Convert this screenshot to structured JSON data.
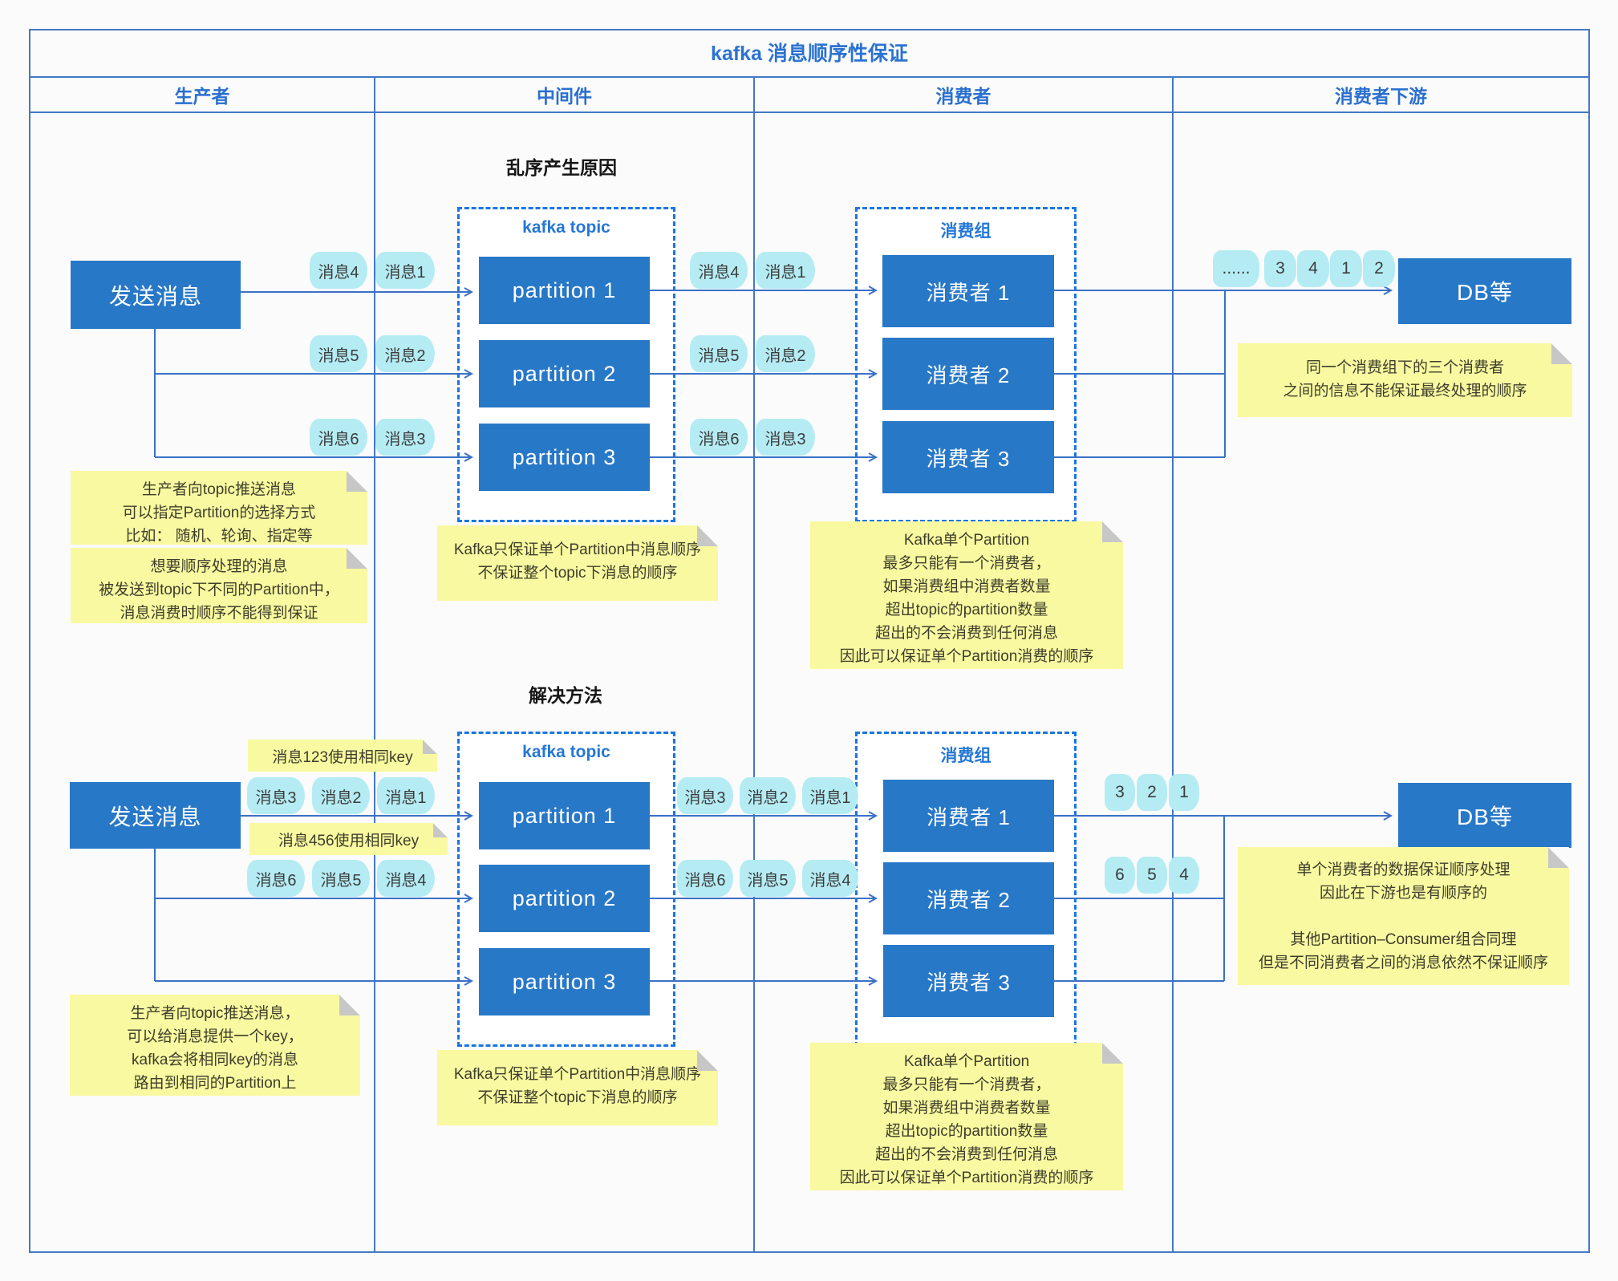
{
  "title": "kafka 消息顺序性保证",
  "lanes": {
    "producer": "生产者",
    "middleware": "中间件",
    "consumer": "消费者",
    "downstream": "消费者下游"
  },
  "colors": {
    "box_blue": "#2878c8",
    "dashed_blue": "#1b76e0",
    "line_blue": "#3b71c6",
    "chip_cyan": "#b5ecf4",
    "note_yellow": "#f9f9a1"
  },
  "s1": {
    "heading": "乱序产生原因",
    "send": "发送消息",
    "topic_label": "kafka topic",
    "p1": "partition 1",
    "p2": "partition 2",
    "p3": "partition 3",
    "group_label": "消费组",
    "c1": "消费者 1",
    "c2": "消费者 2",
    "c3": "消费者 3",
    "db": "DB等",
    "chips_in": [
      [
        "消息4",
        "消息1"
      ],
      [
        "消息5",
        "消息2"
      ],
      [
        "消息6",
        "消息3"
      ]
    ],
    "chips_mid": [
      [
        "消息4",
        "消息1"
      ],
      [
        "消息5",
        "消息2"
      ],
      [
        "消息6",
        "消息3"
      ]
    ],
    "chips_db": [
      "......",
      "3",
      "4",
      "1",
      "2"
    ],
    "note_producer_a": [
      "生产者向topic推送消息",
      "可以指定Partition的选择方式",
      "比如： 随机、轮询、指定等"
    ],
    "note_producer_b": [
      "想要顺序处理的消息",
      "被发送到topic下不同的Partition中，",
      "消息消费时顺序不能得到保证"
    ],
    "note_topic": [
      "Kafka只保证单个Partition中消息顺序",
      "不保证整个topic下消息的顺序"
    ],
    "note_group": [
      "Kafka单个Partition",
      "最多只能有一个消费者，",
      "如果消费组中消费者数量",
      "超出topic的partition数量",
      "超出的不会消费到任何消息",
      "因此可以保证单个Partition消费的顺序"
    ],
    "note_db": [
      "同一个消费组下的三个消费者",
      "之间的信息不能保证最终处理的顺序"
    ]
  },
  "s2": {
    "heading": "解决方法",
    "send": "发送消息",
    "topic_label": "kafka topic",
    "p1": "partition 1",
    "p2": "partition 2",
    "p3": "partition 3",
    "group_label": "消费组",
    "c1": "消费者 1",
    "c2": "消费者 2",
    "c3": "消费者 3",
    "db": "DB等",
    "key_note_1": "消息123使用相同key",
    "key_note_2": "消息456使用相同key",
    "chips_in": [
      [
        "消息3",
        "消息2",
        "消息1"
      ],
      [
        "消息6",
        "消息5",
        "消息4"
      ]
    ],
    "chips_mid": [
      [
        "消息3",
        "消息2",
        "消息1"
      ],
      [
        "消息6",
        "消息5",
        "消息4"
      ]
    ],
    "chips_out": [
      [
        "3",
        "2",
        "1"
      ],
      [
        "6",
        "5",
        "4"
      ]
    ],
    "note_producer": [
      "生产者向topic推送消息，",
      "可以给消息提供一个key，",
      "kafka会将相同key的消息",
      "路由到相同的Partition上"
    ],
    "note_topic": [
      "Kafka只保证单个Partition中消息顺序",
      "不保证整个topic下消息的顺序"
    ],
    "note_group": [
      "Kafka单个Partition",
      "最多只能有一个消费者，",
      "如果消费组中消费者数量",
      "超出topic的partition数量",
      "超出的不会消费到任何消息",
      "因此可以保证单个Partition消费的顺序"
    ],
    "note_db": [
      "单个消费者的数据保证顺序处理",
      "因此在下游也是有顺序的",
      "",
      "其他Partition–Consumer组合同理",
      "但是不同消费者之间的消息依然不保证顺序"
    ]
  }
}
